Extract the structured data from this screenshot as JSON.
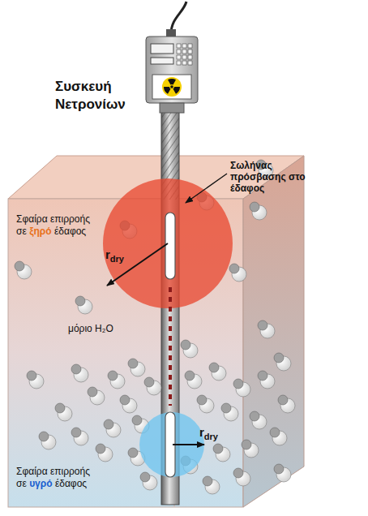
{
  "diagram": {
    "labels": [
      "Συσκευή Νετρονίων",
      "Σωλήνας πρόσβασης στο έδαφος",
      "Σφαίρα επιρροής",
      "σε",
      "ξηρό",
      "έδαφος",
      "r",
      "dry",
      "μόριο H₂O",
      "r",
      "dry",
      "Σφαίρα επιρροής",
      "σε",
      "υγρό",
      "έδαφος"
    ]
  }
}
